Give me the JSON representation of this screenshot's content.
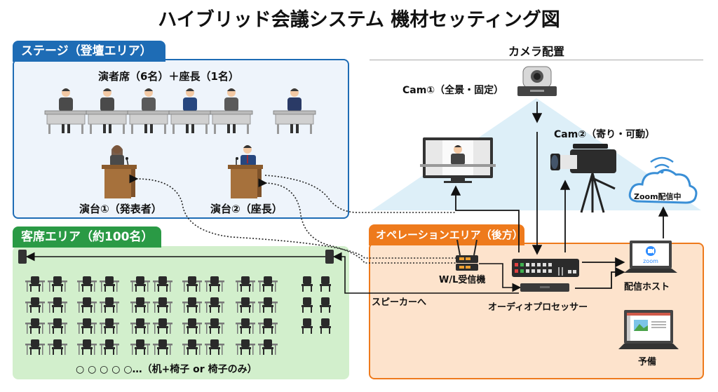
{
  "title": "ハイブリッド会議システム 機材セッティング図",
  "stage": {
    "tab_label": "ステージ（登壇エリア）",
    "panel_heading": "演者席（6名）＋座長（1名）",
    "panelists": [
      {
        "role": "panelist",
        "suit": "#4a4a4a"
      },
      {
        "role": "panelist",
        "suit": "#4a4a4a"
      },
      {
        "role": "panelist",
        "suit": "#5a5a5a"
      },
      {
        "role": "panelist",
        "suit": "#27477f"
      },
      {
        "role": "panelist",
        "suit": "#5a5a5a"
      },
      {
        "role": "chair",
        "suit": "#2a3a66"
      }
    ],
    "podium1_label": "演台①（発表者）",
    "podium2_label": "演台②（座長）"
  },
  "camera": {
    "heading": "カメラ配置",
    "cam1_label": "Cam①（全景・固定）",
    "cam2_label": "Cam②（寄り・可動）",
    "cloud_label": "Zoom配信中"
  },
  "audience": {
    "tab_label": "客席エリア（約100名）",
    "note": "○ ○ ○ ○ ○…（机+椅子 or 椅子のみ）",
    "rows": 4,
    "desk_chairs_per_row": 10,
    "chair_only_rows": 3,
    "chair_only_per_row": 2
  },
  "operation": {
    "tab_label": "オペレーションエリア（後方）",
    "wl_receiver_label": "W/L受信機",
    "audio_processor_label": "オーディオプロセッサー",
    "speaker_label": "スピーカーへ",
    "host_label": "配信ホスト",
    "host_screen_text": "zoom",
    "spare_label": "予備"
  },
  "colors": {
    "stage": "#1e6cb5",
    "audience": "#2a9a45",
    "operation": "#ee7a1c",
    "zoom_blue": "#2d8cff"
  }
}
